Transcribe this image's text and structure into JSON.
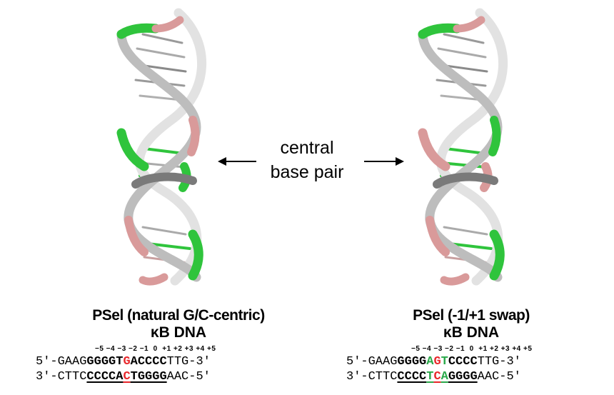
{
  "center_label": [
    "central",
    "base pair"
  ],
  "left": {
    "title": "PSel (natural G/C-centric)",
    "subtitle": "κB DNA",
    "positions": "−5 −4 −3 −2 −1  0  +1 +2 +3 +4 +5",
    "top_seq": {
      "prefix": "5′-GAAG",
      "core_a": "GGGGT",
      "center": "G",
      "core_b": "ACCCC",
      "suffix": "TTG-3′"
    },
    "bottom_seq": {
      "prefix": "3′-CTTC",
      "core_a": "CCCCA",
      "center": "C",
      "core_b": "TGGGG",
      "suffix": "AAC-5′"
    }
  },
  "right": {
    "title": "PSel (-1/+1  swap)",
    "subtitle": "κB DNA",
    "positions": "−5 −4 −3 −2 −1  0  +1 +2 +3 +4 +5",
    "top_seq": {
      "prefix": "5′-GAAG",
      "core_a": "GGGG",
      "s1": "A",
      "s2": "G",
      "s3": "T",
      "core_b": "CCCC",
      "suffix": "TTG-3′"
    },
    "bottom_seq": {
      "prefix": "3′-CTTC",
      "core_a": "CCCC",
      "s1": "T",
      "s2": "C",
      "s3": "A",
      "core_b": "GGGG",
      "suffix": "AAC-5′"
    }
  },
  "colors": {
    "green_strand": "#2fc43c",
    "pink_strand": "#d99a9a",
    "gray_strand": "#8a8a8a",
    "light_strand": "#e2e2e2",
    "red_base": "#e8262a",
    "green_base": "#2aa84a"
  }
}
